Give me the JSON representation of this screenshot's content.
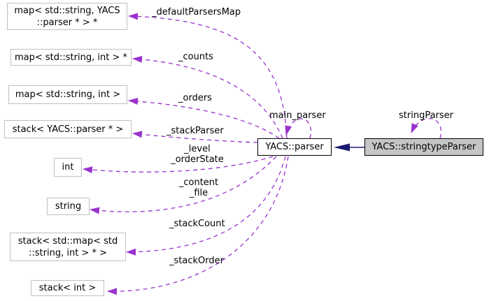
{
  "colors": {
    "member_edge": "#9a32cd",
    "inheritance_edge": "#191970",
    "node_border": "#c0c0c0",
    "class_node_border": "#000000",
    "node_fill": "#ffffff",
    "highlight_fill": "#c5c5c5"
  },
  "nodes": {
    "map_string_yacs_parser": {
      "line1": "map< std::string, YACS",
      "line2": "::parser * > *"
    },
    "map_string_int_ptr": {
      "line1": "map< std::string, int > *"
    },
    "map_string_int": {
      "line1": "map< std::string, int >"
    },
    "stack_yacs_parser": {
      "line1": "stack< YACS::parser * >"
    },
    "int": {
      "line1": "int"
    },
    "string": {
      "line1": "string"
    },
    "stack_map": {
      "line1": "stack< std::map< std",
      "line2": "::string, int > * >"
    },
    "stack_int": {
      "line1": "stack< int >"
    },
    "parser": {
      "line1": "YACS::parser"
    },
    "stringtype_parser": {
      "line1": "YACS::stringtypeParser"
    }
  },
  "edge_labels": {
    "default_parsers_map": "_defaultParsersMap",
    "counts": "_counts",
    "orders": "_orders",
    "stack_parser": "_stackParser",
    "level": "_level",
    "order_state": "_orderState",
    "content": "_content",
    "file": "_file",
    "stack_count": "_stackCount",
    "stack_order": "_stackOrder",
    "main_parser": "main_parser",
    "string_parser": "stringParser"
  }
}
